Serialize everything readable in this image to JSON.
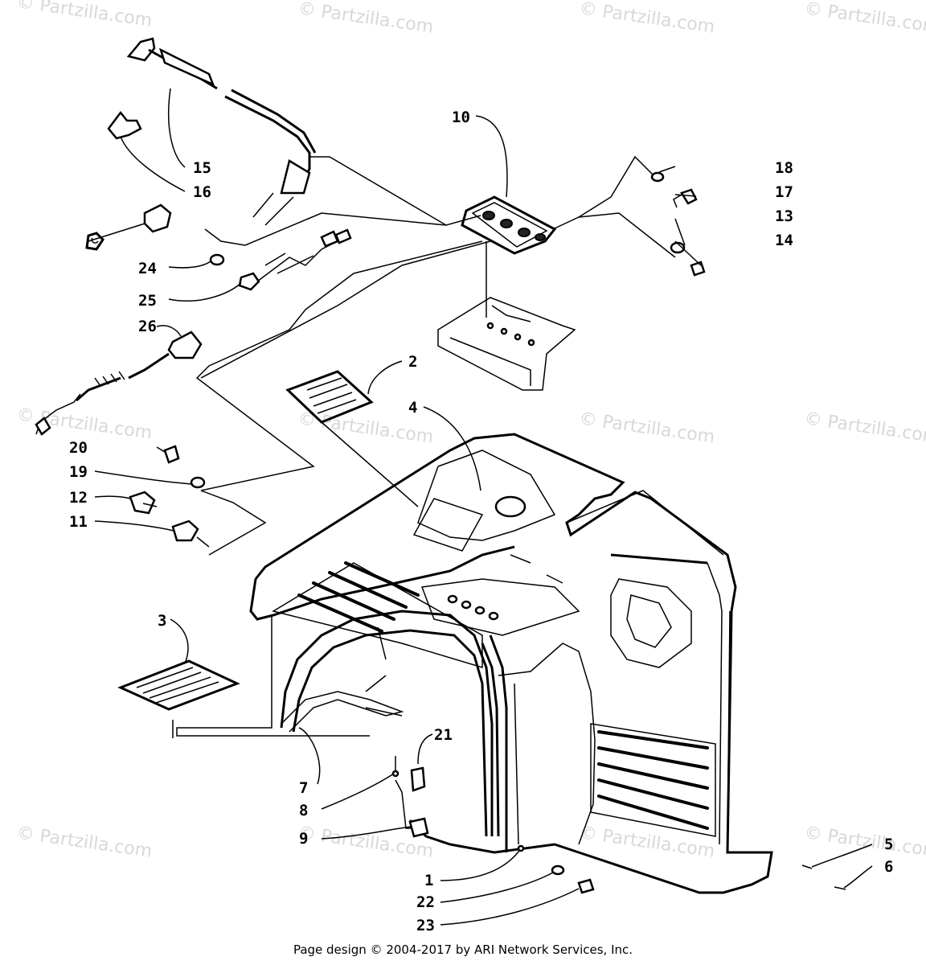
{
  "watermark": "© Partzilla.com",
  "callouts": [
    "1",
    "2",
    "3",
    "4",
    "5",
    "6",
    "7",
    "8",
    "9",
    "10",
    "11",
    "12",
    "13",
    "14",
    "15",
    "16",
    "17",
    "18",
    "19",
    "20",
    "21",
    "22",
    "23",
    "24",
    "25",
    "26"
  ],
  "footer": "Page design © 2004-2017 by ARI Network Services, Inc."
}
